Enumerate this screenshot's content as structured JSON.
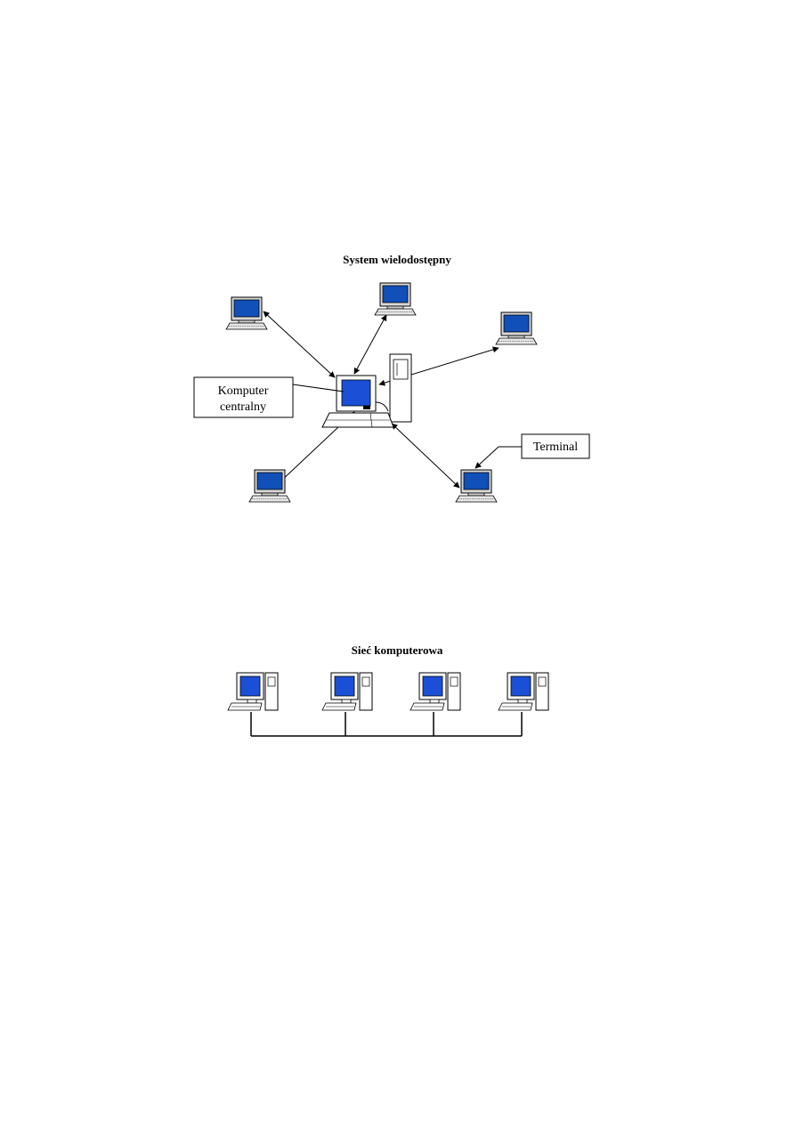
{
  "diagram1": {
    "title": "System wielodostępny",
    "central_label_line1": "Komputer",
    "central_label_line2": "centralny",
    "terminal_label": "Terminal"
  },
  "diagram2": {
    "title": "Sieć komputerowa"
  },
  "colors": {
    "screen_blue": "#1a4fd6",
    "terminal_screen": "#1050b8",
    "line": "#000000"
  }
}
